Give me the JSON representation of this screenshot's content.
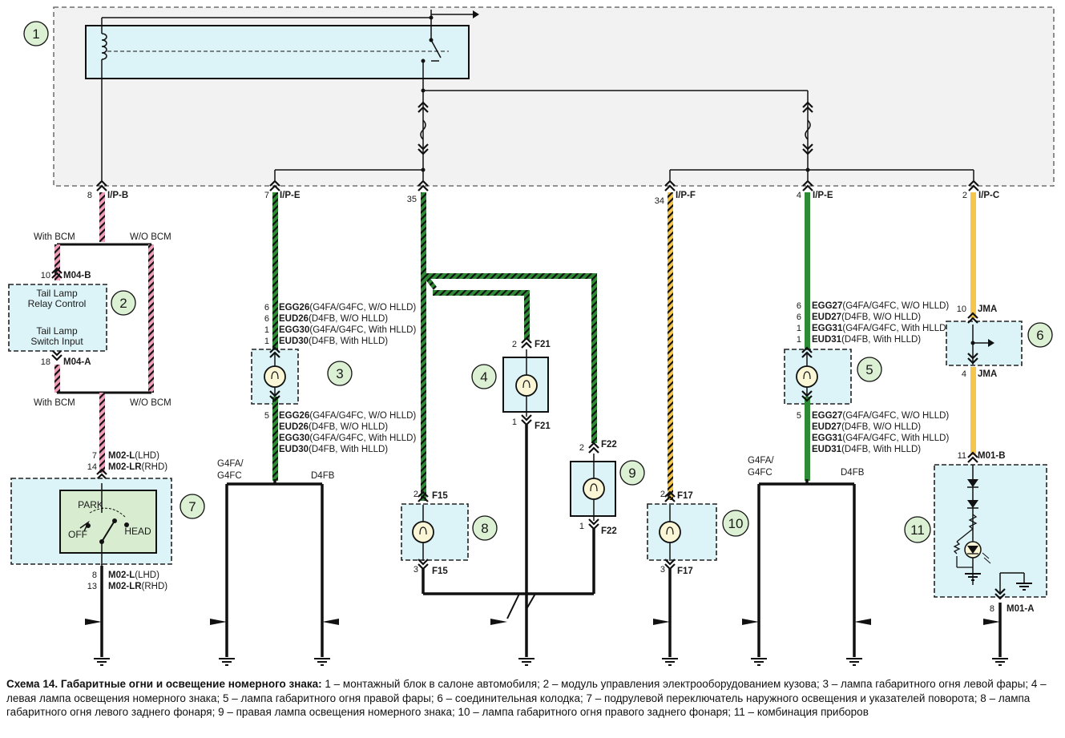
{
  "connectors": {
    "ipb": {
      "pin": "8",
      "name": "I/P-B"
    },
    "ipe1": {
      "pin": "7",
      "name": "I/P-E"
    },
    "c35": {
      "pin": "35"
    },
    "ipf": {
      "pin": "34",
      "name": "I/P-F"
    },
    "ipe2": {
      "pin": "4",
      "name": "I/P-E"
    },
    "ipc": {
      "pin": "2",
      "name": "I/P-C"
    },
    "m04b": {
      "pin": "10",
      "name": "M04-B"
    },
    "m04a": {
      "pin": "18",
      "name": "M04-A"
    },
    "m02top": {
      "pin1": "7",
      "pin2": "14",
      "name1": "M02-L",
      "suf1": "(LHD)",
      "name2": "M02-LR",
      "suf2": "(RHD)"
    },
    "m02bot": {
      "pin1": "8",
      "pin2": "13",
      "name1": "M02-L",
      "suf1": "(LHD)",
      "name2": "M02-LR",
      "suf2": "(RHD)"
    },
    "f21top": {
      "pin": "2",
      "name": "F21"
    },
    "f21bot": {
      "pin": "1",
      "name": "F21"
    },
    "f22top": {
      "pin": "2",
      "name": "F22"
    },
    "f22bot": {
      "pin": "1",
      "name": "F22"
    },
    "f15top": {
      "pin": "2",
      "name": "F15"
    },
    "f15bot": {
      "pin": "3",
      "name": "F15"
    },
    "f17top": {
      "pin": "2",
      "name": "F17"
    },
    "f17bot": {
      "pin": "3",
      "name": "F17"
    },
    "jmatop": {
      "pin": "10",
      "name": "JMA"
    },
    "jmabot": {
      "pin": "4",
      "name": "JMA"
    },
    "m01b": {
      "pin": "11",
      "name": "M01-B"
    },
    "m01a": {
      "pin": "8",
      "name": "M01-A"
    }
  },
  "lamp3": {
    "top": [
      {
        "pin": "6",
        "code": "EGG26",
        "note": "(G4FA/G4FC, W/O HLLD)"
      },
      {
        "pin": "6",
        "code": "EUD26",
        "note": "(D4FB, W/O HLLD)"
      },
      {
        "pin": "1",
        "code": "EGG30",
        "note": "(G4FA/G4FC, With HLLD)"
      },
      {
        "pin": "1",
        "code": "EUD30",
        "note": "(D4FB, With HLLD)"
      }
    ],
    "bot_pin": "5",
    "bot": [
      {
        "code": "EGG26",
        "note": "(G4FA/G4FC, W/O HLLD)"
      },
      {
        "code": "EUD26",
        "note": "(D4FB, W/O HLLD)"
      },
      {
        "code": "EGG30",
        "note": "(G4FA/G4FC, With HLLD)"
      },
      {
        "code": "EUD30",
        "note": "(D4FB, With HLLD)"
      }
    ]
  },
  "lamp5": {
    "top": [
      {
        "pin": "6",
        "code": "EGG27",
        "note": "(G4FA/G4FC, W/O HLLD)"
      },
      {
        "pin": "6",
        "code": "EUD27",
        "note": "(D4FB, W/O HLLD)"
      },
      {
        "pin": "1",
        "code": "EGG31",
        "note": "(G4FA/G4FC, With HLLD)"
      },
      {
        "pin": "1",
        "code": "EUD31",
        "note": "(D4FB, With HLLD)"
      }
    ],
    "bot_pin": "5",
    "bot": [
      {
        "code": "EGG27",
        "note": "(G4FA/G4FC, W/O HLLD)"
      },
      {
        "code": "EUD27",
        "note": "(D4FB, W/O HLLD)"
      },
      {
        "code": "EGG31",
        "note": "(G4FA/G4FC, With HLLD)"
      },
      {
        "code": "EUD31",
        "note": "(D4FB, With HLLD)"
      }
    ]
  },
  "labels": {
    "with_bcm": "With BCM",
    "wo_bcm": "W/O BCM",
    "bcm_line1": "Tail Lamp",
    "bcm_line2": "Relay Control",
    "bcm_line3": "Tail Lamp",
    "bcm_line4": "Switch Input",
    "park": "PARK",
    "off": "OFF",
    "head": "HEAD",
    "g4fa": "G4FA/",
    "g4fc": "G4FC",
    "d4fb": "D4FB"
  },
  "callouts": [
    "1",
    "2",
    "3",
    "4",
    "5",
    "6",
    "7",
    "8",
    "9",
    "10",
    "11"
  ],
  "colors": {
    "panel_fill": "#f2f2f2",
    "module_fill": "#dcf3f7",
    "callout_fill": "#dcf1d4",
    "wire_green": "#2f8a35",
    "wire_yellow": "#f4c64c",
    "wire_pink": "#ef9fb8"
  },
  "caption": {
    "title": "Схема 14. Габаритные огни и освещение номерного знака:",
    "text": " 1 – монтажный блок в салоне автомобиля; 2 – модуль управления электрооборудованием кузова; 3 – лампа габаритного огня левой фары; 4 – левая лампа освещения номерного знака; 5 – лампа габаритного огня правой фары; 6 – соединительная колодка; 7 – подрулевой переключатель наружного освещения и указателей поворота; 8 – лампа габаритного огня левого заднего фонаря; 9 – правая лампа освещения номерного знака; 10 – лампа габаритного огня правого заднего фонаря; 11 – комбинация приборов"
  }
}
